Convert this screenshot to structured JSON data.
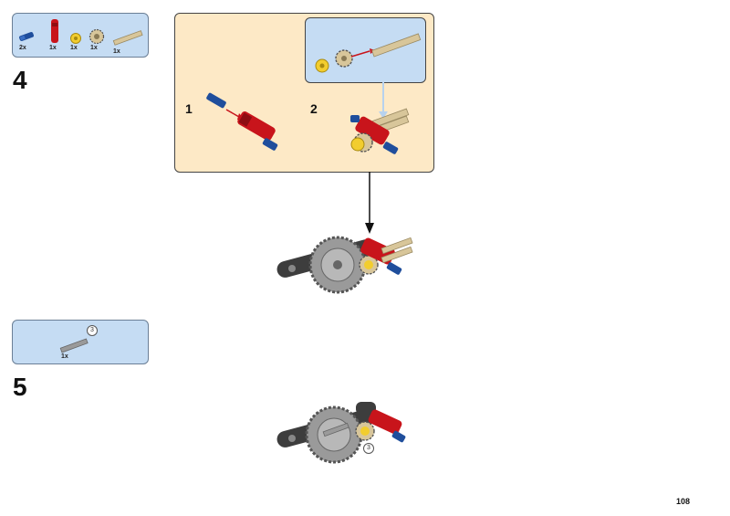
{
  "steps": [
    {
      "number": "4",
      "parts": [
        {
          "qty": "2x",
          "icon": "blue-axle-pin-icon"
        },
        {
          "qty": "1x",
          "icon": "red-axle-connector-icon"
        },
        {
          "qty": "1x",
          "icon": "yellow-bush-icon"
        },
        {
          "qty": "1x",
          "icon": "double-bevel-gear-icon"
        },
        {
          "qty": "1x",
          "icon": "tan-axle-icon"
        }
      ],
      "substeps": [
        "1",
        "2"
      ]
    },
    {
      "number": "5",
      "parts": [
        {
          "qty": "1x",
          "icon": "grey-axle-icon",
          "length": "3"
        }
      ],
      "model_badge": "3"
    }
  ],
  "page_number": "108",
  "colors": {
    "parts_box": "#c5dcf3",
    "sub_panel": "#fde9c6",
    "red_part": "#c8141b",
    "blue_part": "#1f4e9c",
    "yellow_part": "#f2cd2e",
    "tan_part": "#d8c69a",
    "grey_part": "#9a9a9a",
    "dark_grey_part": "#5a5a5a"
  }
}
